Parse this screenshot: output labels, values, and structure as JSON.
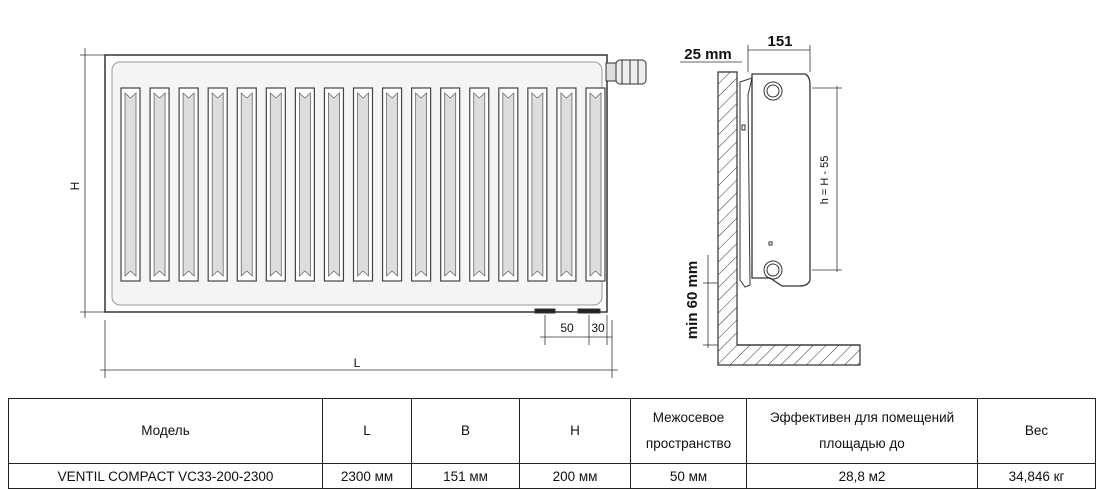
{
  "drawing": {
    "front_height_label": "H",
    "front_length_label": "L",
    "connector_spacing_label": "50",
    "connector_offset_label": "30",
    "wall_gap_label": "25 mm",
    "depth_label": "151",
    "axis_distance_label": "h = H - 55",
    "floor_gap_label": "min 60 mm",
    "slot_count": 17
  },
  "table": {
    "headers": [
      "Модель",
      "L",
      "B",
      "H",
      "Межосевое пространство",
      "Эффективен для помещений площадью до",
      "Вес"
    ],
    "header_lines": {
      "axis": [
        "Межосевое",
        "пространство"
      ],
      "area": [
        "Эффективен для помещений",
        "площадью до"
      ]
    },
    "row": [
      "VENTIL COMPACT VC33-200-2300",
      "2300 мм",
      "151 мм",
      "200 мм",
      "50 мм",
      "28,8 м2",
      "34,846 кг"
    ]
  }
}
